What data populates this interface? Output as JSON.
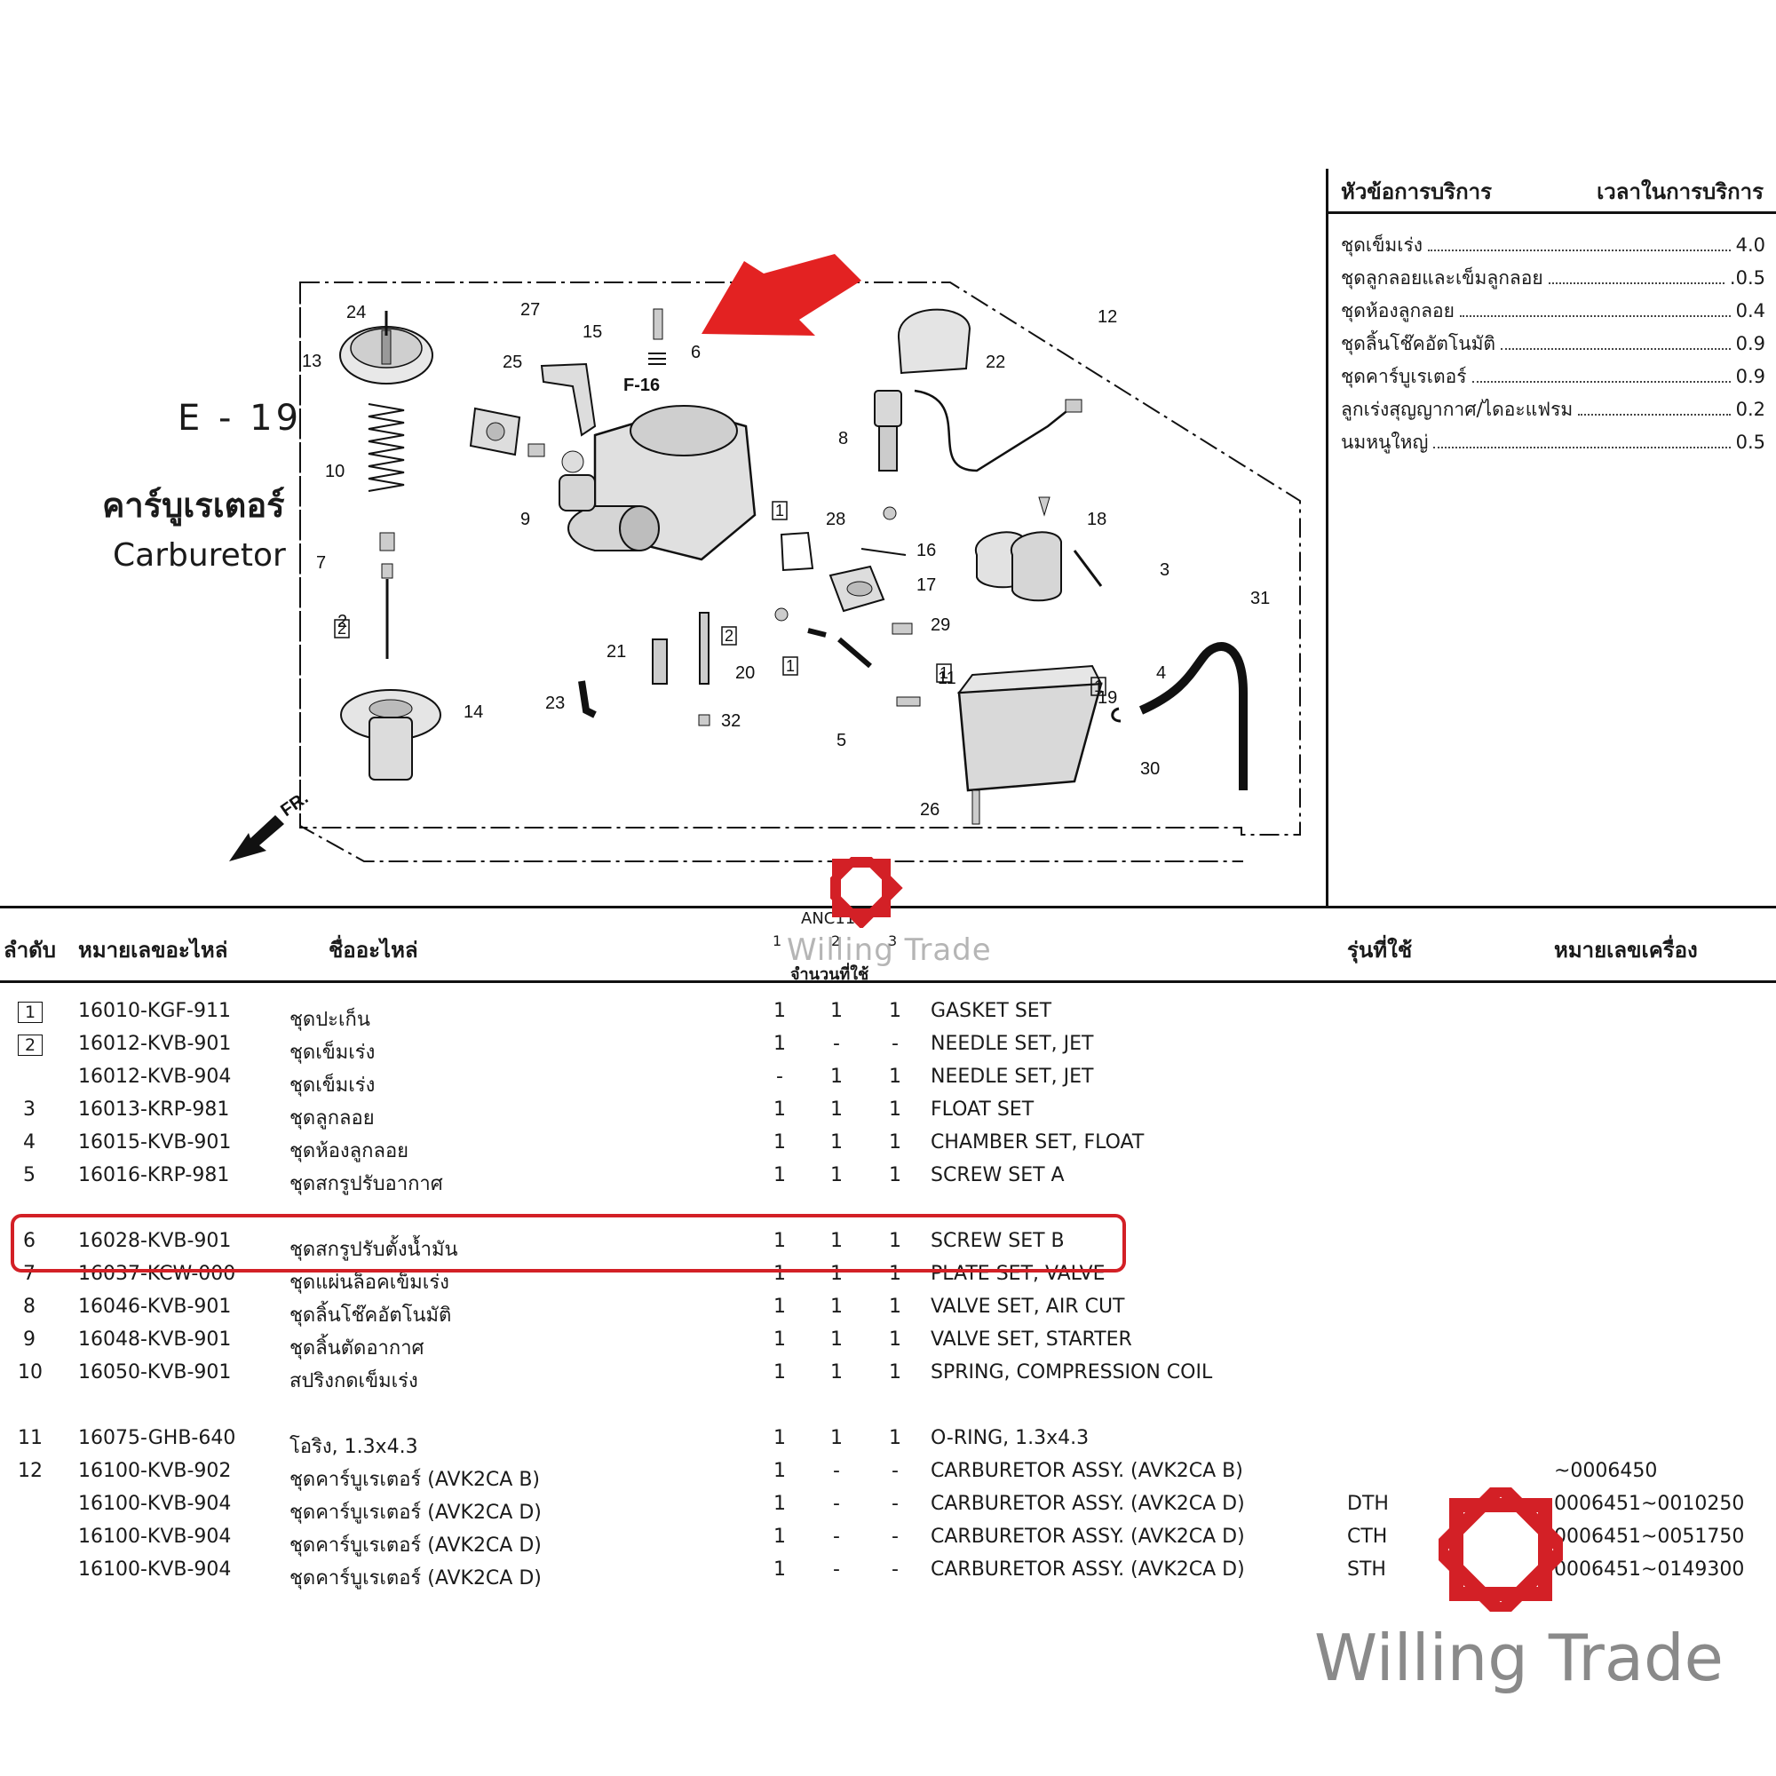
{
  "page": {
    "code": "E - 19",
    "title_th": "คาร์บูเรเตอร์",
    "title_en": "Carburetor"
  },
  "diagram": {
    "callouts": [
      "24",
      "27",
      "15",
      "6",
      "12",
      "13",
      "25",
      "22",
      "F-16",
      "10",
      "8",
      "9",
      "28",
      "18",
      "7",
      "16",
      "3",
      "17",
      "2",
      "29",
      "31",
      "21",
      "20",
      "4",
      "23",
      "11",
      "19",
      "14",
      "32",
      "5",
      "30",
      "26",
      "FR."
    ],
    "arrow_color": "#e32222"
  },
  "service": {
    "header_item": "หัวข้อการบริการ",
    "header_time": "เวลาในการบริการ",
    "items": [
      {
        "label": "ชุดเข็มเร่ง",
        "time": "4.0"
      },
      {
        "label": "ชุดลูกลอยและเข็มลูกลอย",
        "time": ".0.5"
      },
      {
        "label": "ชุดห้องลูกลอย",
        "time": "0.4"
      },
      {
        "label": "ชุดลิ้นโช๊คอัตโนมัติ",
        "time": "0.9"
      },
      {
        "label": "ชุดคาร์บูเรเตอร์",
        "time": "0.9"
      },
      {
        "label": "ลูกเร่งสุญญากาศ/ไดอะแฟรม",
        "time": "0.2"
      },
      {
        "label": "นมหนูใหญ่",
        "time": "0.5"
      }
    ]
  },
  "table": {
    "headers": {
      "ref": "ลำดับ",
      "part_no": "หมายเลขอะไหล่",
      "part_name": "ชื่ออะไหล่",
      "model_name": "ANC110",
      "col1": "1",
      "col2": "2",
      "col3": "3",
      "qty": "จำนวนที่ใช้",
      "model": "รุ่นที่ใช้",
      "serial": "หมายเลขเครื่อง"
    },
    "rows": [
      {
        "ref": "1",
        "boxed": true,
        "part": "16010-KGF-911",
        "th": "ชุดปะเก็น",
        "q1": "1",
        "q2": "1",
        "q3": "1",
        "en": "GASKET SET",
        "model": "",
        "serial": ""
      },
      {
        "ref": "2",
        "boxed": true,
        "part": "16012-KVB-901",
        "th": "ชุดเข็มเร่ง",
        "q1": "1",
        "q2": "-",
        "q3": "-",
        "en": "NEEDLE SET, JET",
        "model": "",
        "serial": ""
      },
      {
        "ref": "",
        "boxed": false,
        "part": "16012-KVB-904",
        "th": "ชุดเข็มเร่ง",
        "q1": "-",
        "q2": "1",
        "q3": "1",
        "en": "NEEDLE SET, JET",
        "model": "",
        "serial": ""
      },
      {
        "ref": "3",
        "boxed": false,
        "part": "16013-KRP-981",
        "th": "ชุดลูกลอย",
        "q1": "1",
        "q2": "1",
        "q3": "1",
        "en": "FLOAT SET",
        "model": "",
        "serial": ""
      },
      {
        "ref": "4",
        "boxed": false,
        "part": "16015-KVB-901",
        "th": "ชุดห้องลูกลอย",
        "q1": "1",
        "q2": "1",
        "q3": "1",
        "en": "CHAMBER SET, FLOAT",
        "model": "",
        "serial": ""
      },
      {
        "ref": "5",
        "boxed": false,
        "part": "16016-KRP-981",
        "th": "ชุดสกรูปรับอากาศ",
        "q1": "1",
        "q2": "1",
        "q3": "1",
        "en": "SCREW SET A",
        "model": "",
        "serial": ""
      },
      {
        "ref": "6",
        "boxed": false,
        "part": "16028-KVB-901",
        "th": "ชุดสกรูปรับตั้งน้ำมัน",
        "q1": "1",
        "q2": "1",
        "q3": "1",
        "en": "SCREW SET B",
        "model": "",
        "serial": ""
      },
      {
        "ref": "7",
        "boxed": false,
        "part": "16037-KCW-000",
        "th": "ชุดแผ่นล็อคเข็มเร่ง",
        "q1": "1",
        "q2": "1",
        "q3": "1",
        "en": "PLATE SET, VALVE",
        "model": "",
        "serial": ""
      },
      {
        "ref": "8",
        "boxed": false,
        "part": "16046-KVB-901",
        "th": "ชุดลิ้นโช๊คอัตโนมัติ",
        "q1": "1",
        "q2": "1",
        "q3": "1",
        "en": "VALVE SET, AIR CUT",
        "model": "",
        "serial": ""
      },
      {
        "ref": "9",
        "boxed": false,
        "part": "16048-KVB-901",
        "th": "ชุดลิ้นตัดอากาศ",
        "q1": "1",
        "q2": "1",
        "q3": "1",
        "en": "VALVE SET, STARTER",
        "model": "",
        "serial": ""
      },
      {
        "ref": "10",
        "boxed": false,
        "part": "16050-KVB-901",
        "th": "สปริงกดเข็มเร่ง",
        "q1": "1",
        "q2": "1",
        "q3": "1",
        "en": "SPRING, COMPRESSION COIL",
        "model": "",
        "serial": ""
      },
      {
        "ref": "11",
        "boxed": false,
        "part": "16075-GHB-640",
        "th": "โอริง, 1.3x4.3",
        "q1": "1",
        "q2": "1",
        "q3": "1",
        "en": "O-RING, 1.3x4.3",
        "model": "",
        "serial": ""
      },
      {
        "ref": "12",
        "boxed": false,
        "part": "16100-KVB-902",
        "th": "ชุดคาร์บูเรเตอร์ (AVK2CA B)",
        "q1": "1",
        "q2": "-",
        "q3": "-",
        "en": "CARBURETOR ASSY. (AVK2CA B)",
        "model": "",
        "serial": "~0006450"
      },
      {
        "ref": "",
        "boxed": false,
        "part": "16100-KVB-904",
        "th": "ชุดคาร์บูเรเตอร์ (AVK2CA D)",
        "q1": "1",
        "q2": "-",
        "q3": "-",
        "en": "CARBURETOR ASSY. (AVK2CA D)",
        "model": "DTH",
        "serial": "0006451~0010250"
      },
      {
        "ref": "",
        "boxed": false,
        "part": "16100-KVB-904",
        "th": "ชุดคาร์บูเรเตอร์ (AVK2CA D)",
        "q1": "1",
        "q2": "-",
        "q3": "-",
        "en": "CARBURETOR ASSY. (AVK2CA D)",
        "model": "CTH",
        "serial": "0006451~0051750"
      },
      {
        "ref": "",
        "boxed": false,
        "part": "16100-KVB-904",
        "th": "ชุดคาร์บูเรเตอร์ (AVK2CA D)",
        "q1": "1",
        "q2": "-",
        "q3": "-",
        "en": "CARBURETOR ASSY. (AVK2CA D)",
        "model": "STH",
        "serial": "0006451~0149300"
      }
    ],
    "highlight_color": "#d32026"
  },
  "watermark": {
    "text": "Willing Trade",
    "color": "#d32026"
  }
}
